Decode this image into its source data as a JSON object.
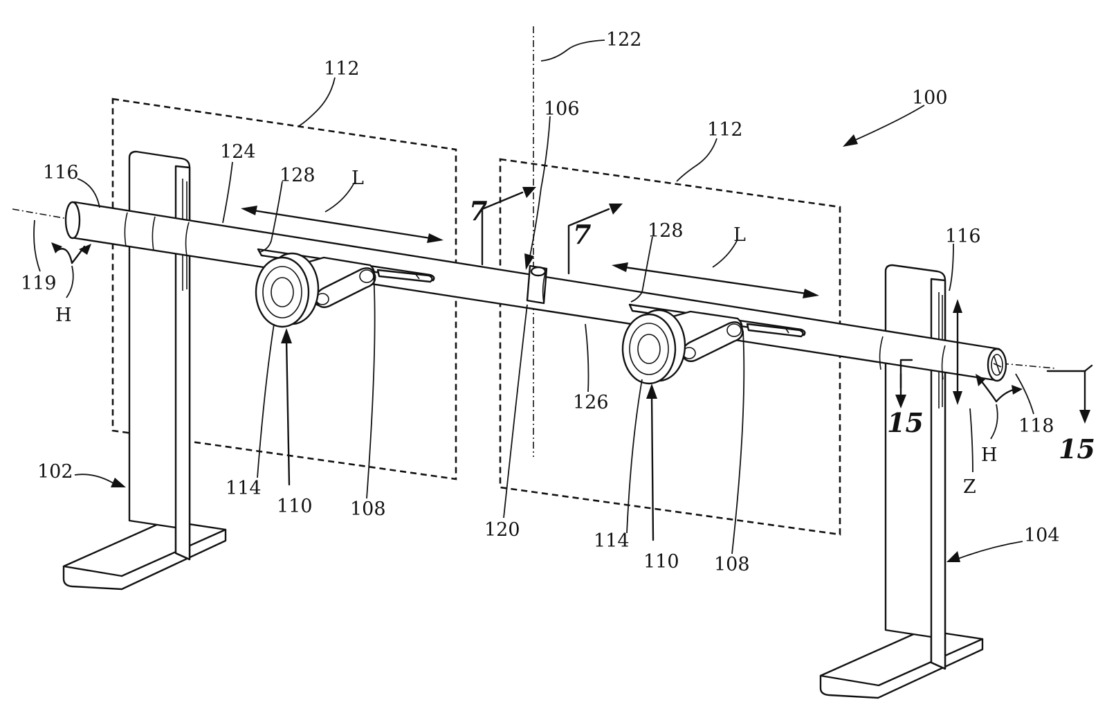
{
  "figure": {
    "reference_numerals": {
      "n100": "100",
      "n102": "102",
      "n104": "104",
      "n106": "106",
      "n108_left": "108",
      "n108_right": "108",
      "n110_left": "110",
      "n110_right": "110",
      "n112_left": "112",
      "n112_right": "112",
      "n114_left": "114",
      "n114_right": "114",
      "n116_left": "116",
      "n116_right": "116",
      "n118": "118",
      "n119": "119",
      "n120": "120",
      "n122": "122",
      "n124": "124",
      "n126": "126",
      "n128_left": "128",
      "n128_right": "128"
    },
    "direction_labels": {
      "L_left": "L",
      "L_right": "L",
      "H_left": "H",
      "H_right": "H",
      "Z": "Z"
    },
    "section_labels": {
      "sec7_left": "7",
      "sec7_right": "7",
      "sec15_left": "15",
      "sec15_right": "15"
    }
  }
}
